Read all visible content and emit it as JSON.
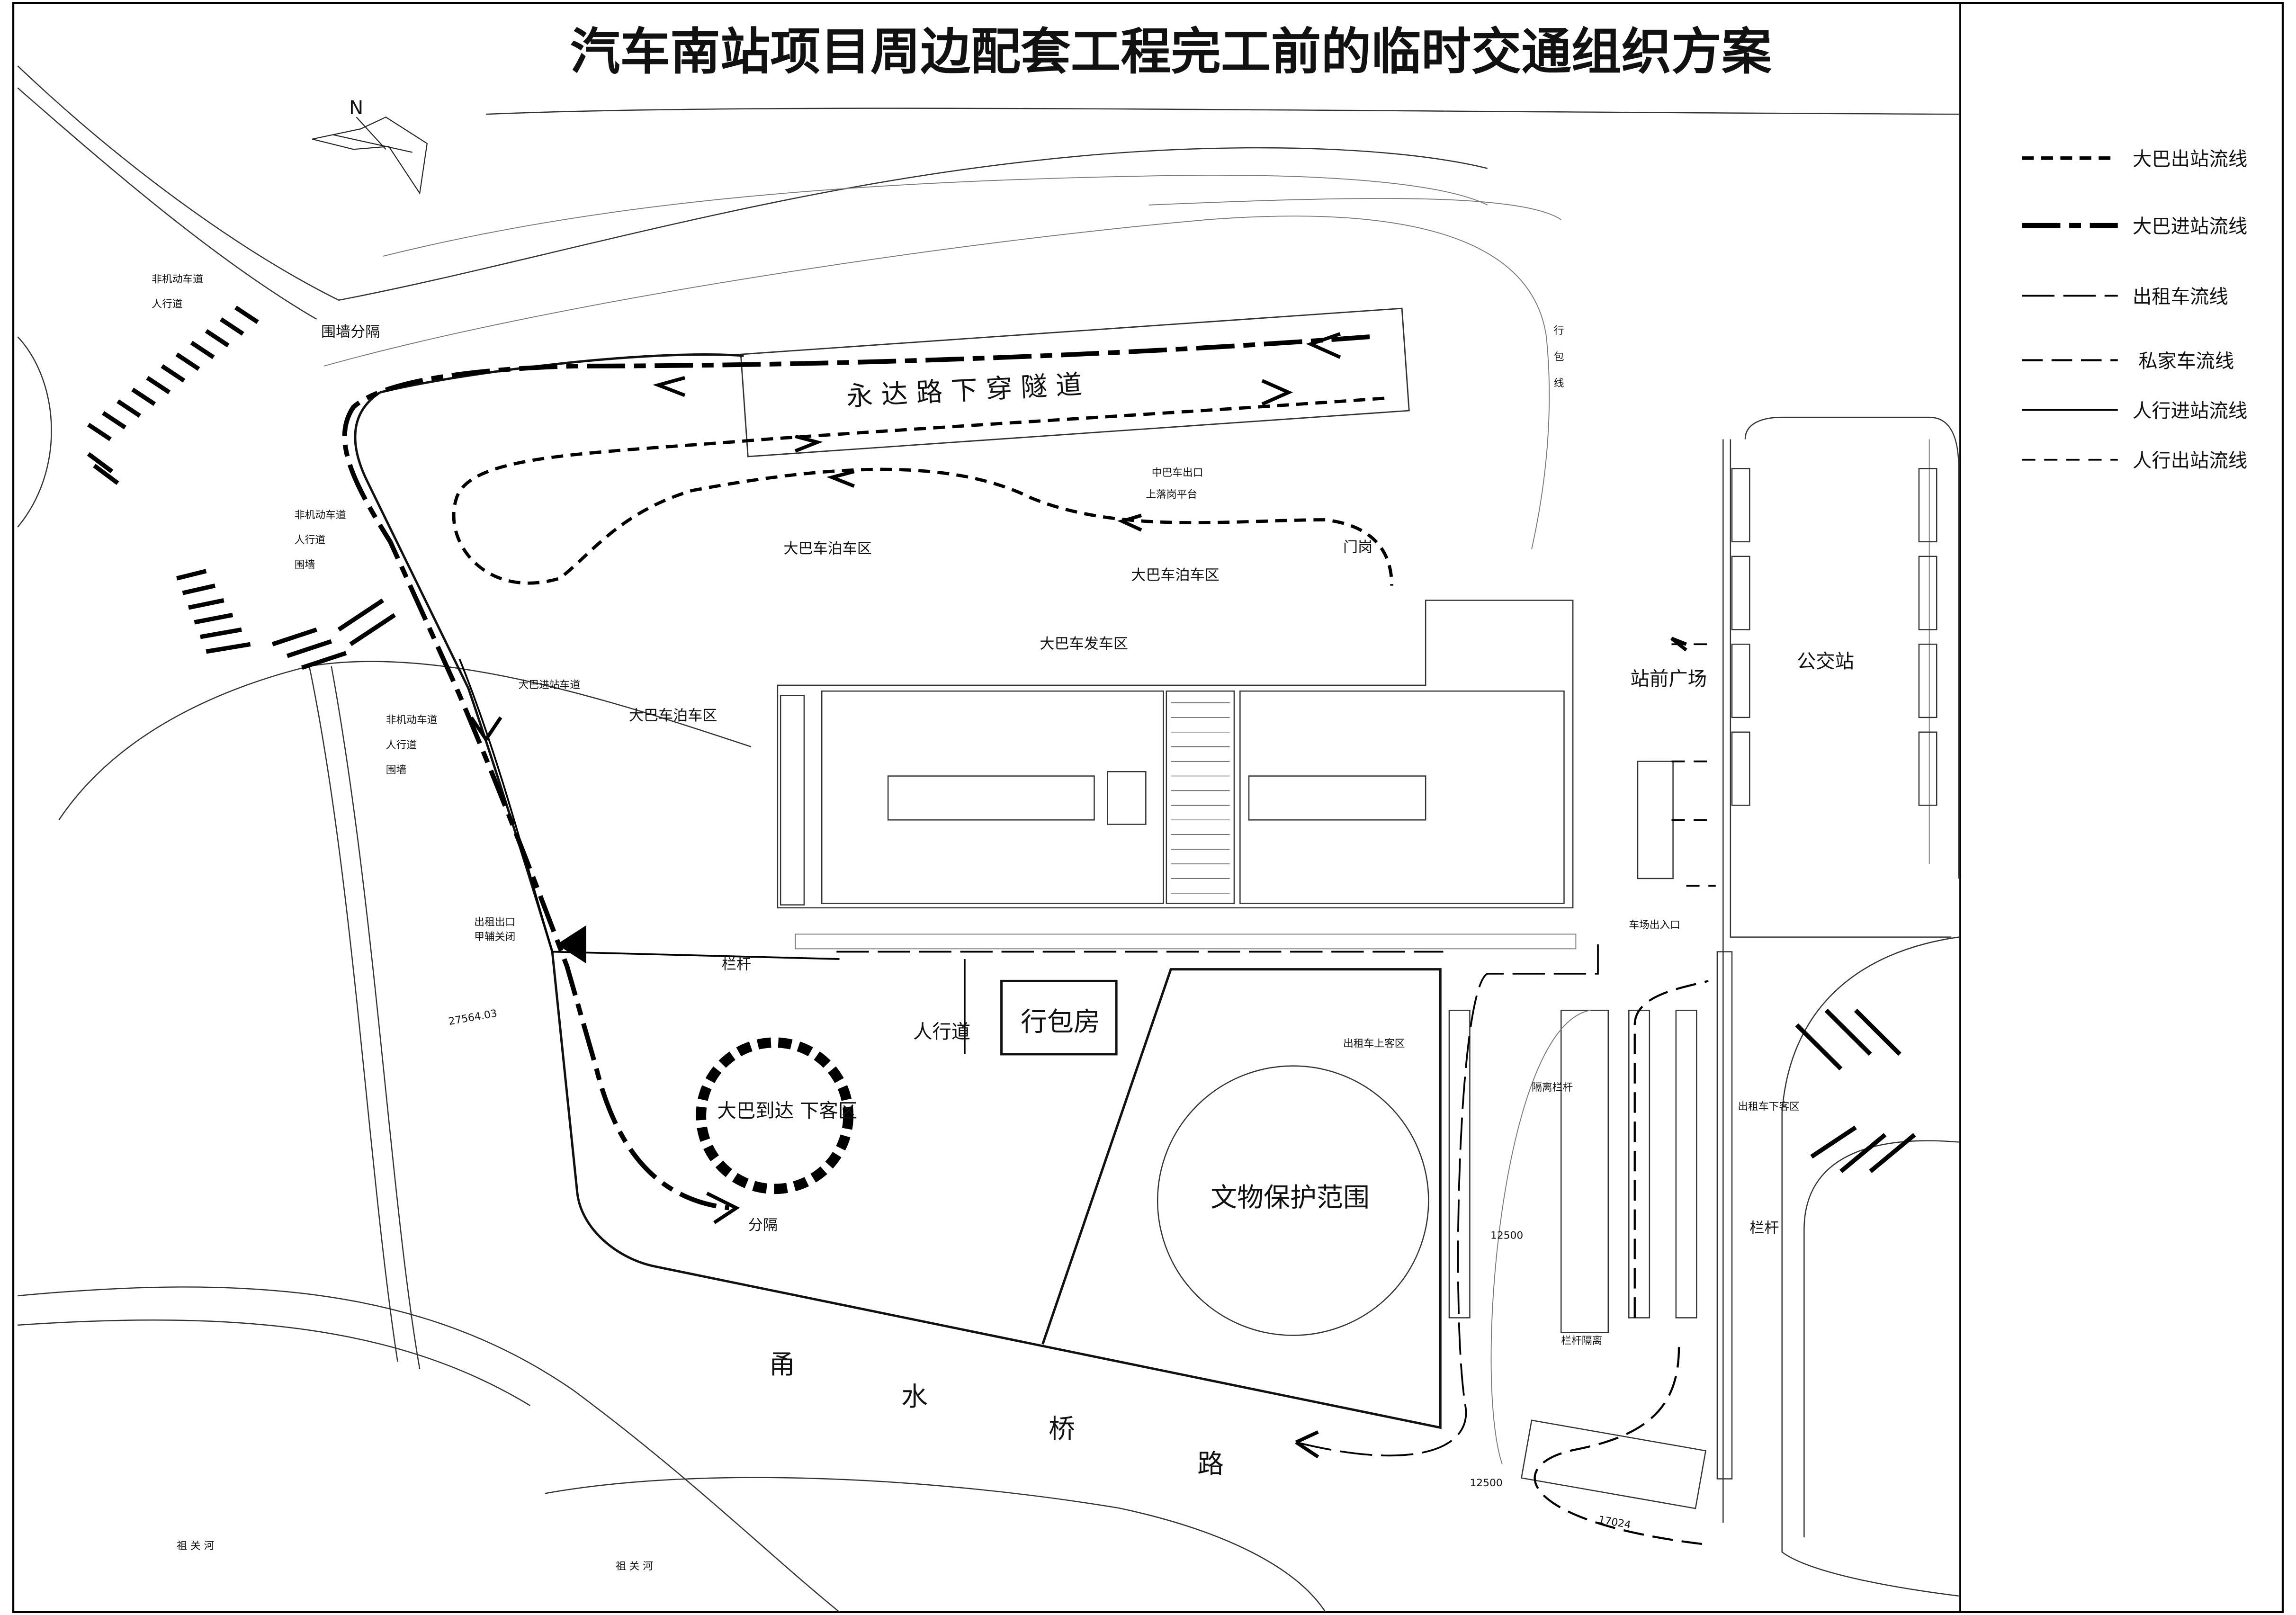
{
  "title": "汽车南站项目周边配套工程完工前的临时交通组织方案",
  "legend": [
    {
      "key": "bus-out",
      "label": "大巴出站流线",
      "dash": "8,5",
      "width": 2.4
    },
    {
      "key": "bus-in",
      "label": "大巴进站流线",
      "dash": "26,6,8,6",
      "width": 3.4
    },
    {
      "key": "taxi",
      "label": "出租车流线",
      "dash": "22,6",
      "width": 1.2
    },
    {
      "key": "private",
      "label": "私家车流线",
      "dash": "14,6",
      "width": 1.4
    },
    {
      "key": "ped-in",
      "label": "人行进站流线",
      "dash": "",
      "width": 1.2
    },
    {
      "key": "ped-out",
      "label": "人行出站流线",
      "dash": "9,6",
      "width": 1.2
    }
  ],
  "labels": {
    "tunnel_road": "永 达 路 下 穿 隧 道",
    "bridge_road_1": "甬",
    "bridge_road_2": "水",
    "bridge_road_3": "桥",
    "bridge_road_4": "路",
    "bus_parking_top": "大巴车泊车区",
    "bus_parking_mid": "大巴车泊车区",
    "bus_parking_left": "大巴车泊车区",
    "bus_departure": "大巴车发车区",
    "minibus_exit_1": "中巴车出口",
    "minibus_exit_2": "上落岗平台",
    "station_plaza": "站前广场",
    "bus_station": "公交站",
    "luggage_room": "行包房",
    "pedestrian": "人行道",
    "bus_arrival": "大巴到达  下客区",
    "heritage": "文物保护范围",
    "separator": "分隔",
    "wall_separator": "围墙分隔",
    "railing_1": "栏杆",
    "railing_2": "栏杆",
    "guard_1": "门岗",
    "luggage_line_1": "行",
    "luggage_line_2": "包",
    "luggage_line_3": "线",
    "taxi_pickup": "出租车上客区",
    "taxi_dropoff": "出租车下客区",
    "isolation_rail": "隔离栏杆",
    "rail_isolation": "栏杆隔离",
    "parking_entrance": "车场出入口",
    "nonmotor_1": "非机动车道",
    "people_1": "人行道",
    "nonmotor_2": "非机动车道",
    "people_2": "人行道",
    "wall_1": "围墙",
    "nonmotor_3": "非机动车道",
    "people_3": "人行道",
    "wall_2": "围墙",
    "bus_entry_lane": "大巴进站车道",
    "exit_entrance_1": "出租出口",
    "exit_entrance_2": "甲辅关闭",
    "river_1": "祖 关 河",
    "river_2": "祖 关 河",
    "dim_1": "27564.03",
    "dim_2": "12500",
    "dim_3": "17024",
    "dim_4": "12500",
    "north": "N"
  },
  "colors": {
    "line": "#000000",
    "background": "#ffffff",
    "thin": "#333333"
  }
}
